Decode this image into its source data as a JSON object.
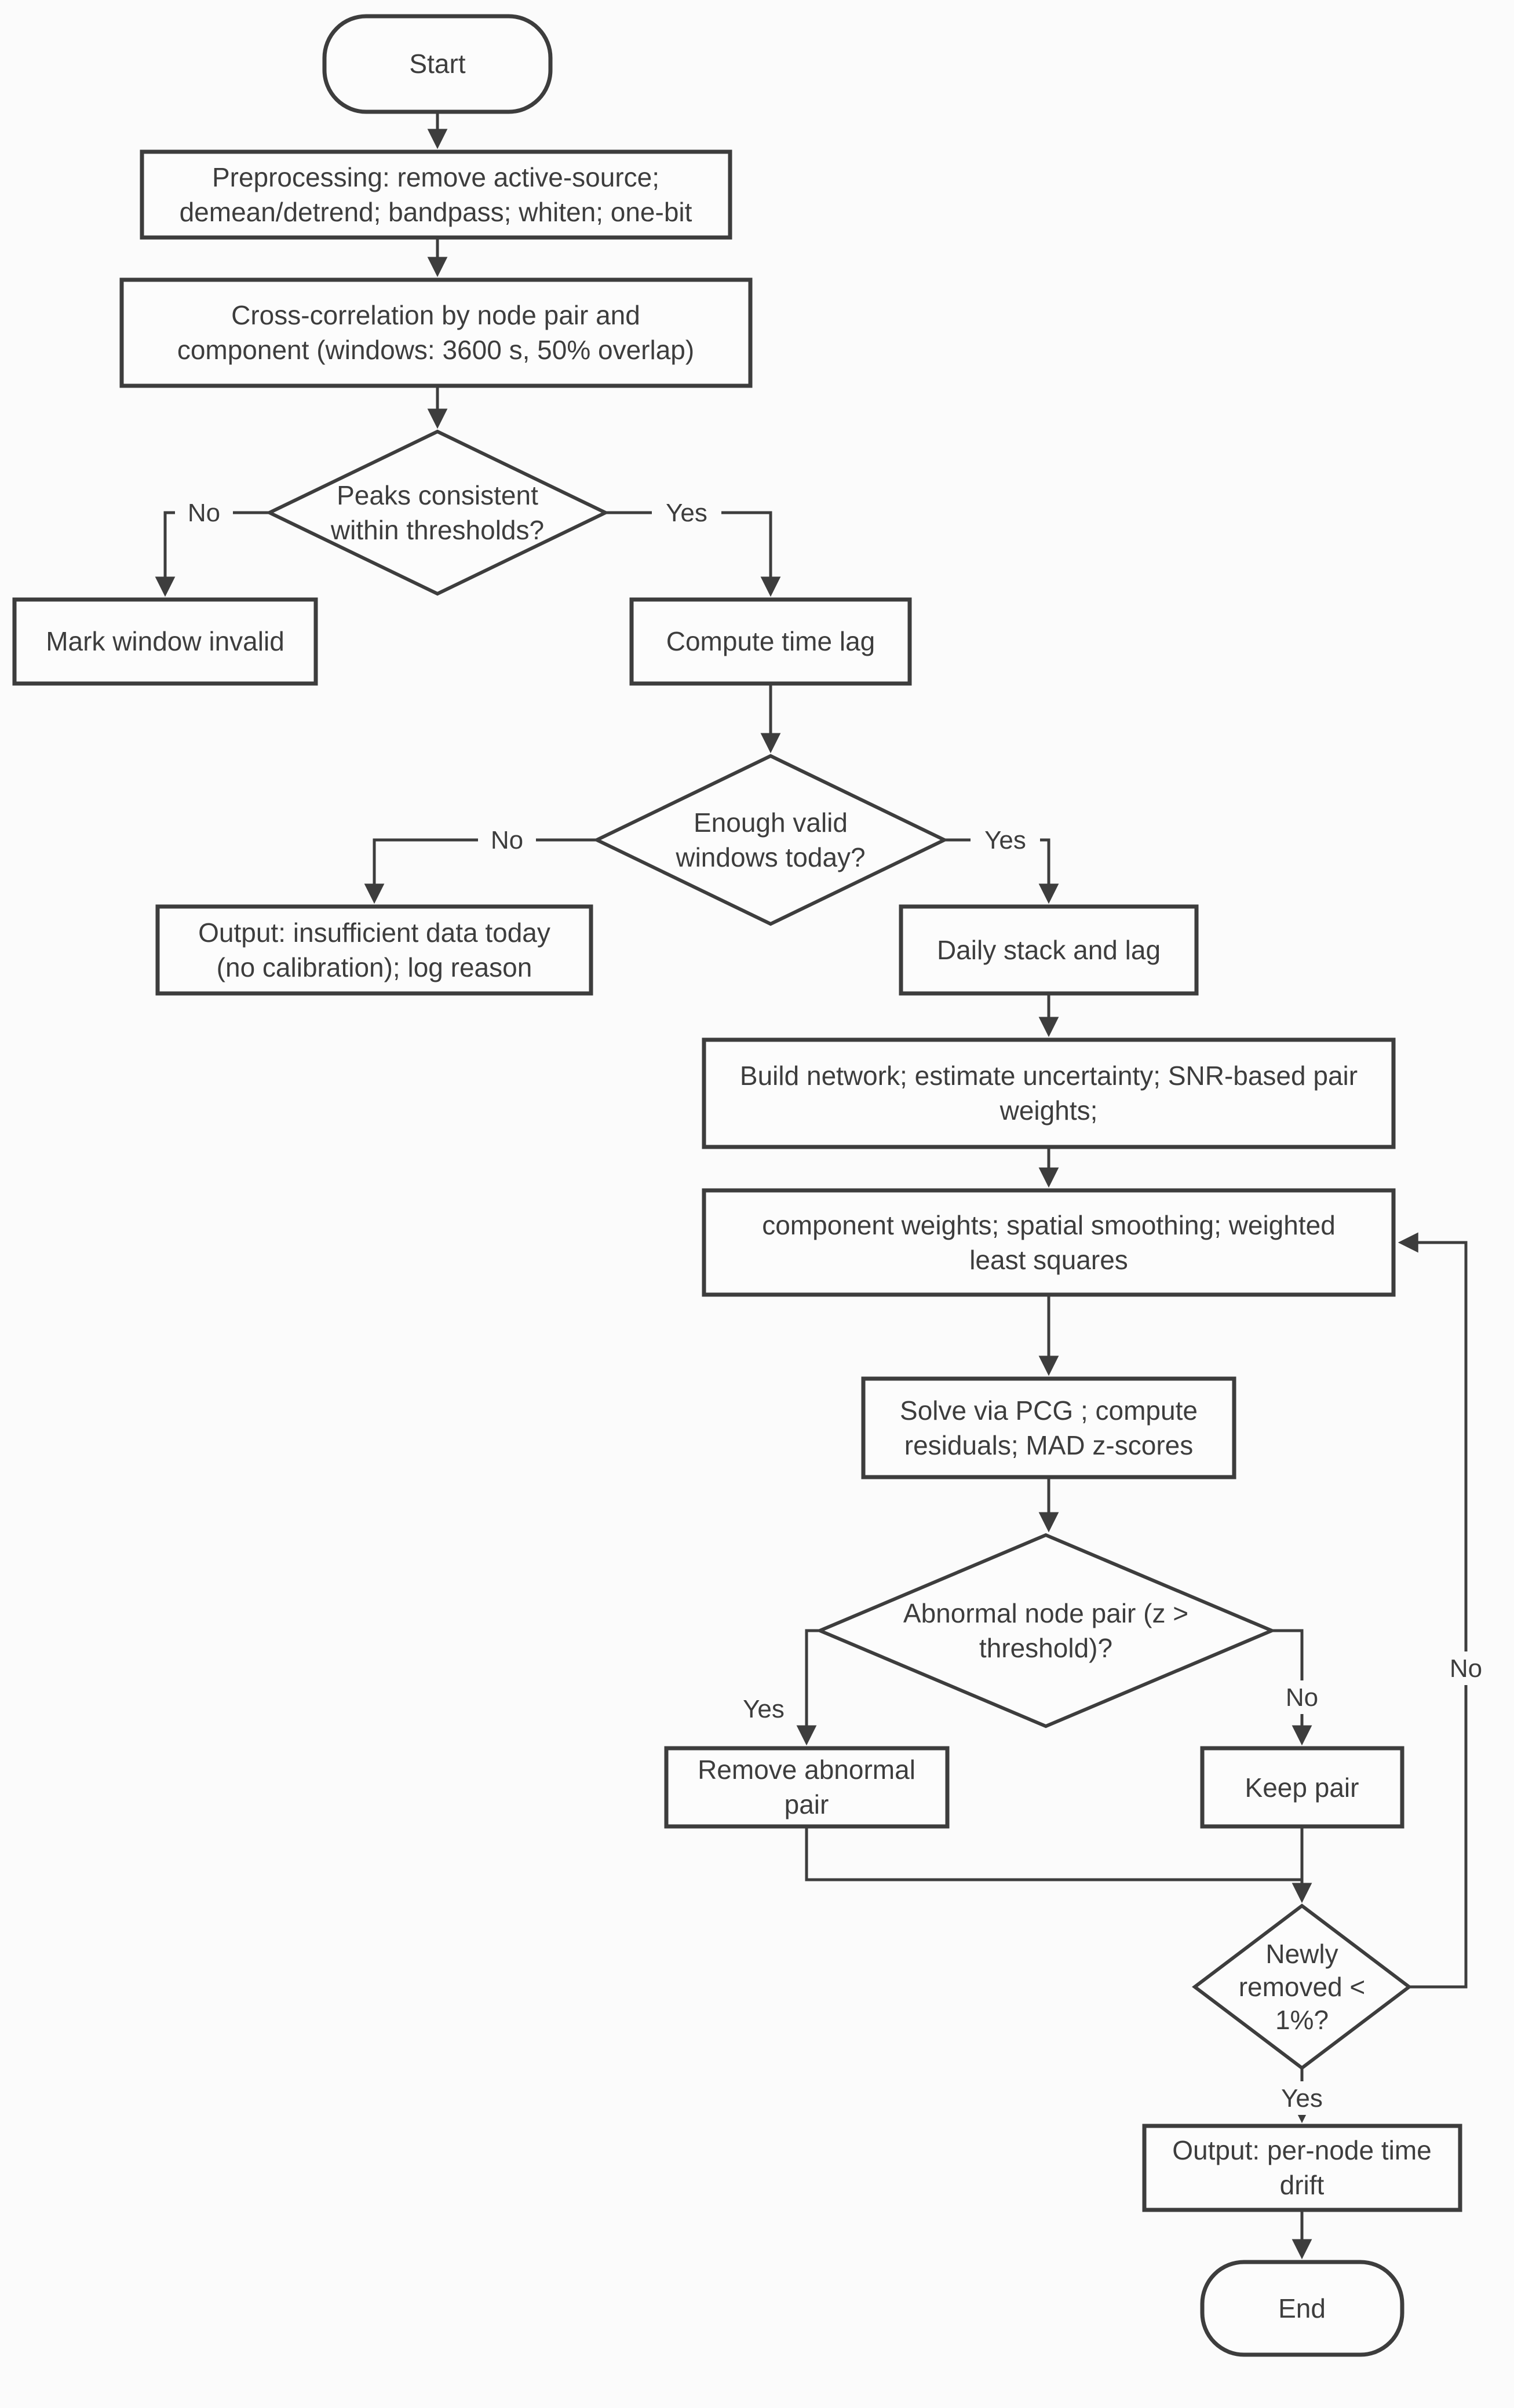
{
  "flowchart": {
    "description": "Flowchart of seismic node time-drift calibration workflow",
    "colors": {
      "background": "#fbfbfb",
      "stroke": "#3d3d3d",
      "text": "#3d3d3d",
      "shape_fill": "#fcfcfc"
    },
    "nodes": {
      "start": {
        "type": "terminator",
        "lines": [
          "Start"
        ]
      },
      "preprocessing": {
        "type": "process",
        "lines": [
          "Preprocessing: remove active-source;",
          "demean/detrend; bandpass; whiten; one-bit"
        ]
      },
      "cross_correlation": {
        "type": "process",
        "lines": [
          "Cross-correlation by node pair and",
          "component (windows: 3600 s, 50% overlap)"
        ]
      },
      "peaks_consistent": {
        "type": "decision",
        "lines": [
          "Peaks consistent",
          "within thresholds?"
        ]
      },
      "mark_window_invalid": {
        "type": "process",
        "lines": [
          "Mark window invalid"
        ]
      },
      "compute_time_lag": {
        "type": "process",
        "lines": [
          "Compute time lag"
        ]
      },
      "enough_valid_windows": {
        "type": "decision",
        "lines": [
          "Enough valid",
          "windows today?"
        ]
      },
      "output_insufficient": {
        "type": "process",
        "lines": [
          "Output: insufficient data today",
          "(no calibration); log reason"
        ]
      },
      "daily_stack_and_lag": {
        "type": "process",
        "lines": [
          "Daily stack and lag"
        ]
      },
      "build_network": {
        "type": "process",
        "lines": [
          "Build network; estimate uncertainty; SNR-based pair",
          "weights;"
        ]
      },
      "component_weights": {
        "type": "process",
        "lines": [
          "component weights; spatial smoothing;  weighted",
          "least squares"
        ]
      },
      "solve_pcg": {
        "type": "process",
        "lines": [
          "Solve via PCG ; compute",
          "residuals; MAD z-scores"
        ]
      },
      "abnormal_node_pair": {
        "type": "decision",
        "lines": [
          "Abnormal node pair (z >",
          "threshold)?"
        ]
      },
      "remove_abnormal_pair": {
        "type": "process",
        "lines": [
          "Remove abnormal",
          "pair"
        ]
      },
      "keep_pair": {
        "type": "process",
        "lines": [
          "Keep pair"
        ]
      },
      "newly_removed": {
        "type": "decision",
        "lines": [
          "Newly",
          "removed <",
          "1%?"
        ]
      },
      "output_drift": {
        "type": "process",
        "lines": [
          "Output: per-node time",
          "drift"
        ]
      },
      "end": {
        "type": "terminator",
        "lines": [
          "End"
        ]
      }
    },
    "edge_labels": {
      "peaks_no": "No",
      "peaks_yes": "Yes",
      "enough_no": "No",
      "enough_yes": "Yes",
      "abnormal_yes": "Yes",
      "abnormal_no": "No",
      "newly_no": "No",
      "newly_yes": "Yes"
    }
  }
}
